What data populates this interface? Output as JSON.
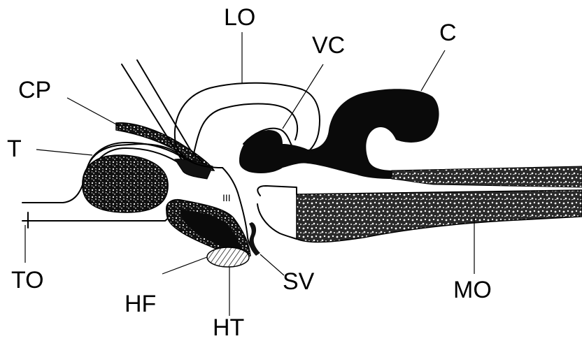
{
  "labels": {
    "lo": "LO",
    "vc": "VC",
    "c": "C",
    "cp": "CP",
    "t": "T",
    "iii": "III",
    "to": "TO",
    "hf": "HF",
    "ht": "HT",
    "sv": "SV",
    "mo": "MO"
  }
}
